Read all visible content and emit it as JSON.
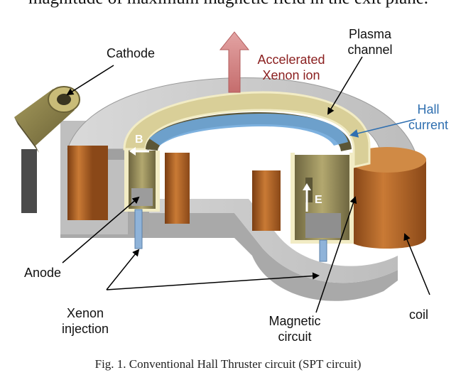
{
  "top_text": "magnitude of maximum magnetic field in the exit plane.",
  "labels": {
    "cathode": "Cathode",
    "accelerated_line1": "Accelerated",
    "accelerated_line2": "Xenon ion",
    "plasma_line1": "Plasma",
    "plasma_line2": "channel",
    "hall_line1": "Hall",
    "hall_line2": "current",
    "b_field": "B",
    "e_field": "E",
    "anode": "Anode",
    "xenon_line1": "Xenon",
    "xenon_line2": "injection",
    "magnetic_line1": "Magnetic",
    "magnetic_line2": "circuit",
    "coil": "coil"
  },
  "caption": "Fig. 1.  Conventional Hall Thruster circuit (SPT circuit)",
  "colors": {
    "metal": "#c8c8c8",
    "metal_dark": "#9a9a9a",
    "coil": "#b5651d",
    "coil_dark": "#7a3d12",
    "channel": "#d8cf9e",
    "channel_dark": "#8a7f4e",
    "hall_current": "#6fa8dc",
    "ion_arrow": "#d9898a",
    "ion_text": "#8b2020",
    "hall_text": "#2f6fb0"
  }
}
